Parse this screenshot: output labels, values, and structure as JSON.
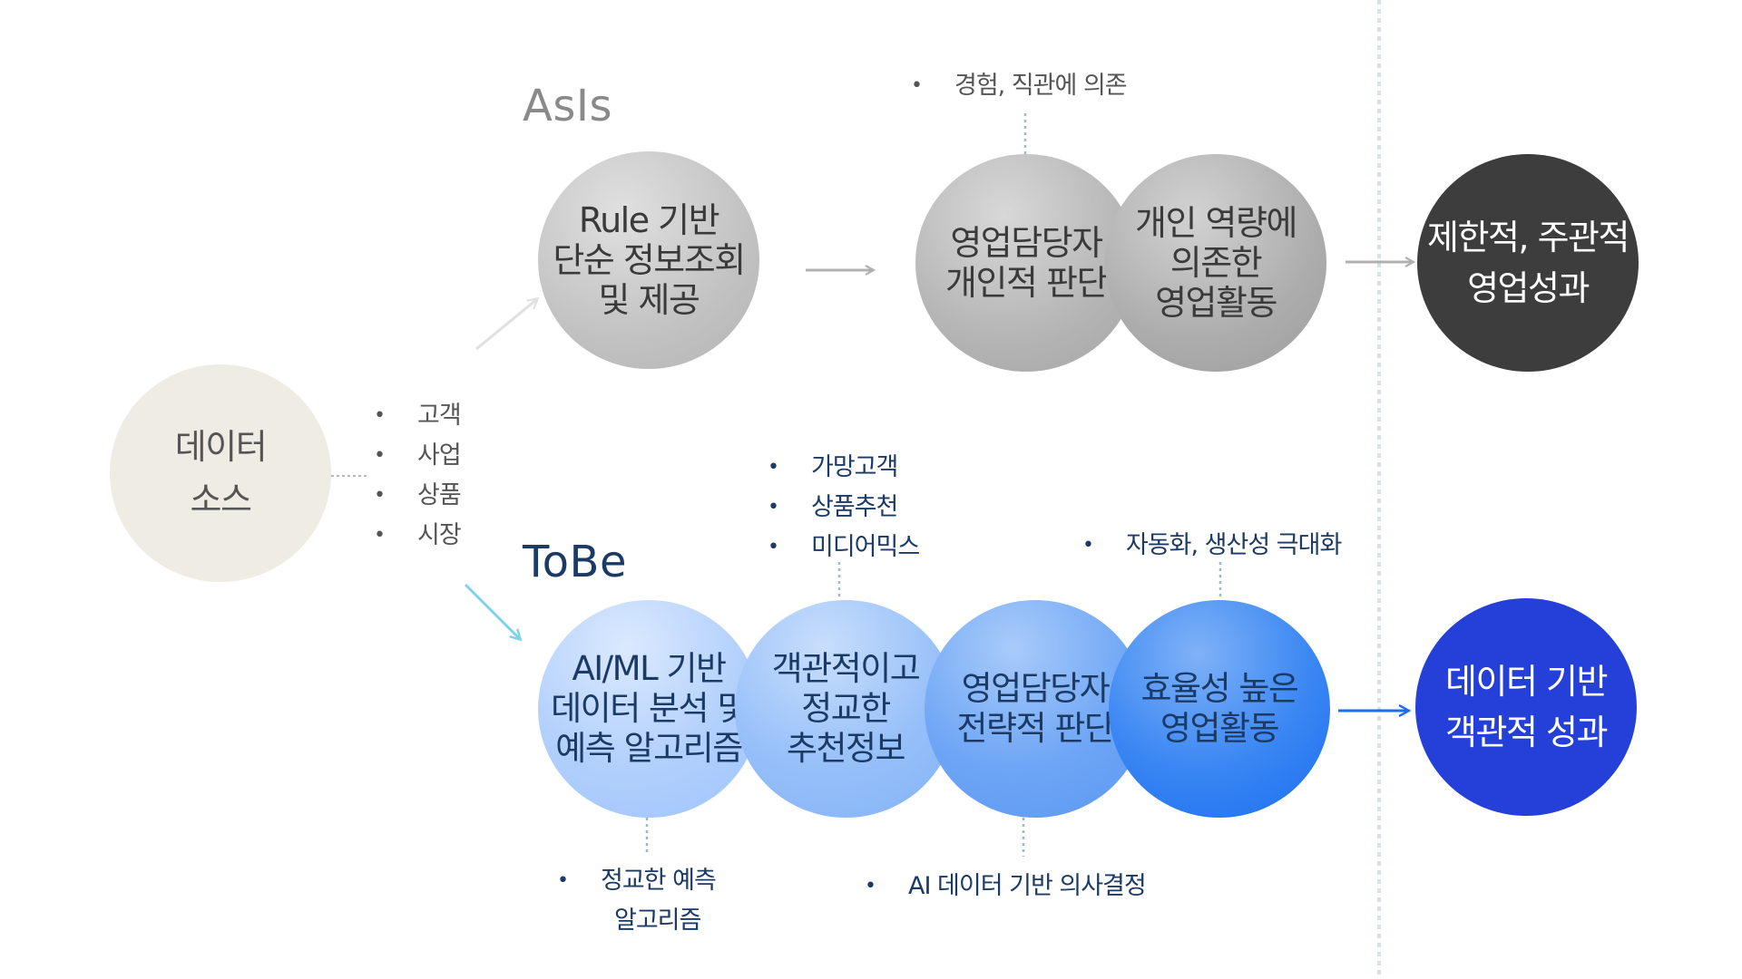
{
  "diagram": {
    "asis": {
      "label": "AsIs",
      "note": "경험, 직관에 의존",
      "nodes": [
        {
          "lines": [
            "Rule 기반",
            "단순 정보조회",
            "및 제공"
          ]
        },
        {
          "lines": [
            "영업담당자",
            "개인적 판단"
          ]
        },
        {
          "lines": [
            "개인 역량에",
            "의존한",
            "영업활동"
          ]
        }
      ],
      "outcome": {
        "lines": [
          "제한적, 주관적",
          "영업성과"
        ]
      }
    },
    "source": {
      "lines": [
        "데이터",
        "소스"
      ],
      "items": [
        "고객",
        "사업",
        "상품",
        "시장"
      ]
    },
    "tobe": {
      "label": "ToBe",
      "nodes": [
        {
          "lines": [
            "AI/ML 기반",
            "데이터 분석 및",
            "예측 알고리즘"
          ]
        },
        {
          "lines": [
            "객관적이고",
            "정교한",
            "추천정보"
          ]
        },
        {
          "lines": [
            "영업담당자",
            "전략적 판단"
          ]
        },
        {
          "lines": [
            "효율성 높은",
            "영업활동"
          ]
        }
      ],
      "outcome": {
        "lines": [
          "데이터 기반",
          "객관적 성과"
        ]
      },
      "notes_top_recommend": [
        "가망고객",
        "상품추천",
        "미디어믹스"
      ],
      "note_top_activity": "자동화, 생산성 극대화",
      "note_bottom_algorithm": [
        "정교한 예측",
        "알고리즘"
      ],
      "note_bottom_judgment": "AI 데이터 기반 의사결정"
    },
    "colors": {
      "source_fill": "#eeece3",
      "asis_grey": "#b5b5b5",
      "asis_outcome": "#3d3d3d",
      "tobe_light": "#b2d0fc",
      "tobe_mid": "#3a86f3",
      "tobe_outcome": "#2440d8",
      "tobe_arrow": "#1a6ef0",
      "source_arrow_tobe": "#7fd3e6",
      "connector_dotted": "#9bbcc2",
      "divider": "#d5e3e6"
    }
  }
}
